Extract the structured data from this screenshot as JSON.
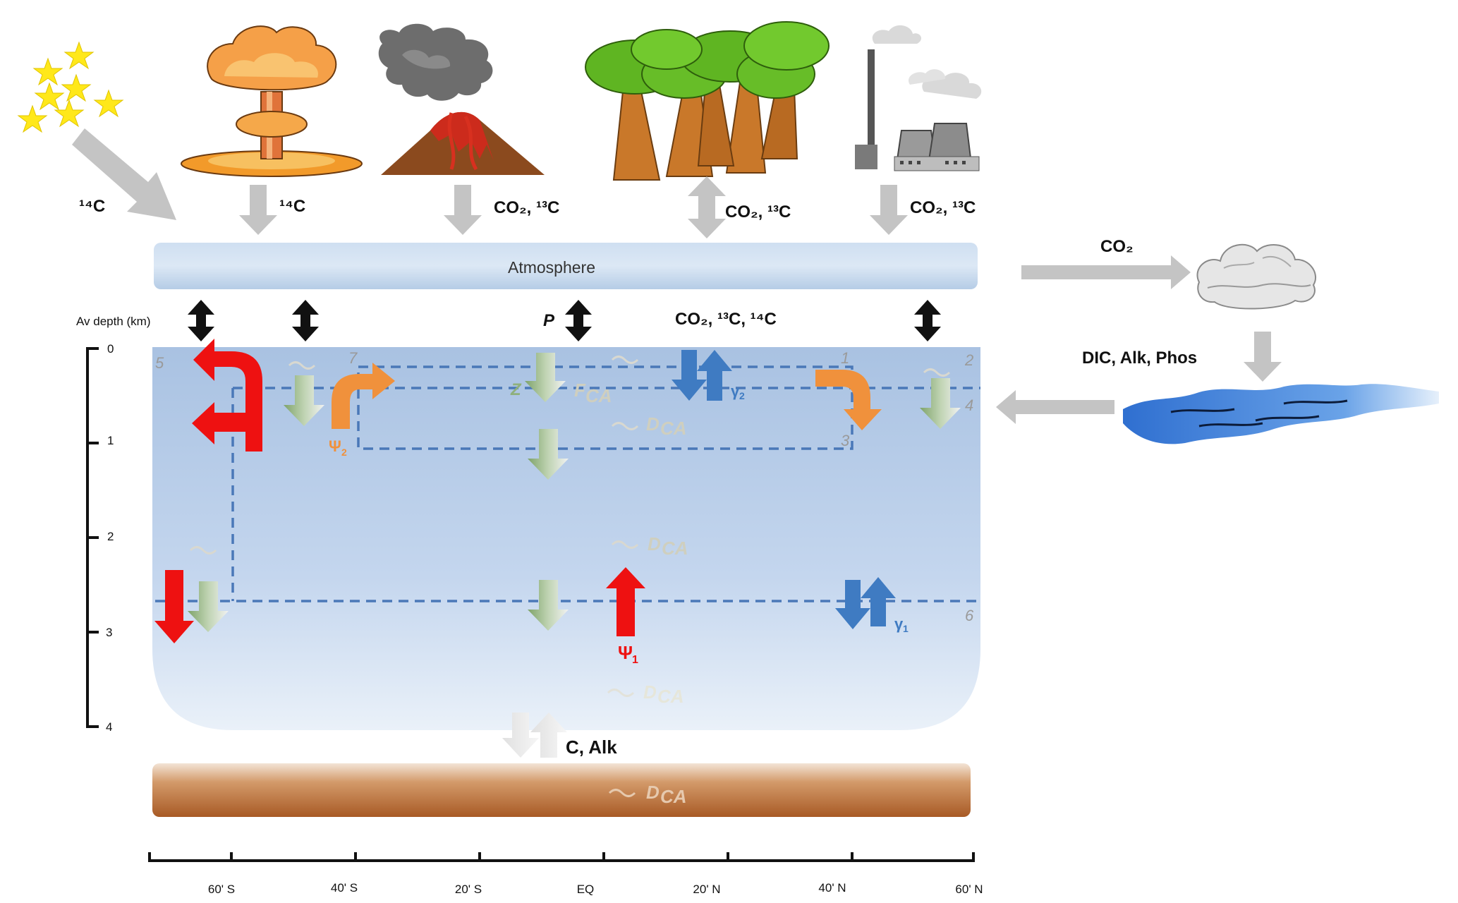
{
  "sources": {
    "cosmic": {
      "label": "¹⁴C"
    },
    "bomb": {
      "label": "¹⁴C"
    },
    "volcano": {
      "label": "CO₂, ¹³C"
    },
    "forest": {
      "label": "CO₂, ¹³C"
    },
    "industry": {
      "label": "CO₂, ¹³C"
    }
  },
  "atmosphere": {
    "label": "Atmosphere"
  },
  "exchange": {
    "P": "P",
    "gases": "CO₂, ¹³C, ¹⁴C"
  },
  "weathering": {
    "co2": "CO₂",
    "dic": "DIC, Alk, Phos"
  },
  "depth_axis": {
    "title": "Av depth (km)",
    "ticks": [
      "0",
      "1",
      "2",
      "3",
      "4"
    ]
  },
  "lat_axis": {
    "ticks": [
      "60' S",
      "40' S",
      "20' S",
      "EQ",
      "20' N",
      "40' N",
      "60' N"
    ]
  },
  "boxes": [
    "1",
    "2",
    "3",
    "4",
    "5",
    "6",
    "7"
  ],
  "flux_labels": {
    "Z": "Z",
    "F": "F",
    "F_sub": "CA",
    "D": "D",
    "D_sub": "CA",
    "psi": "Ψ",
    "psi1_sub": "1",
    "psi2_sub": "2",
    "gamma": "γ",
    "gamma1_sub": "1",
    "gamma2_sub": "2"
  },
  "sediment": {
    "flux": "C, Alk"
  },
  "colors": {
    "ocean_top": "#b8cde6",
    "ocean_bottom": "#dfe9f5",
    "sediment": "#b86f3a",
    "overturning": "#ee1111",
    "gyre": "#f0913c",
    "mixing": "#3f7bc2",
    "export": "#8fb07c",
    "external": "#c4c4c4",
    "dash": "#4a78b8"
  }
}
